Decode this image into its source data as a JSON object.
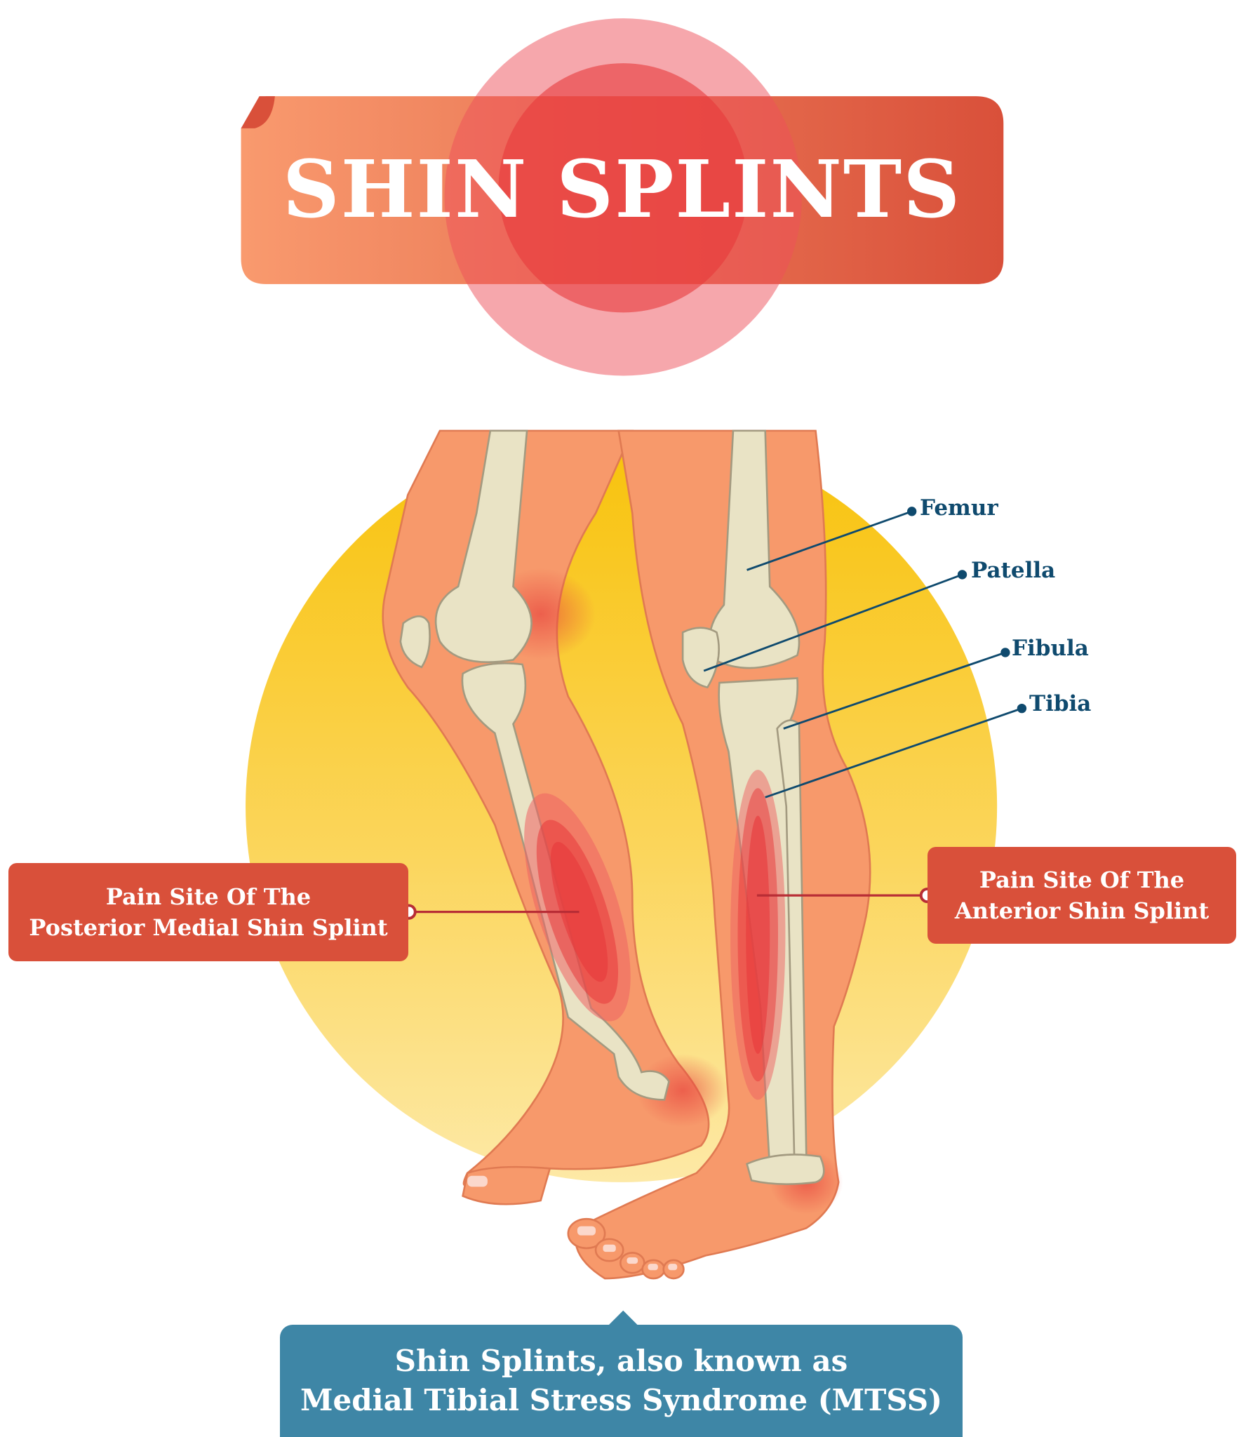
{
  "title": "SHIN SPLINTS",
  "bone_labels": [
    {
      "name": "Femur"
    },
    {
      "name": "Patella"
    },
    {
      "name": "Fibula"
    },
    {
      "name": "Tibia"
    }
  ],
  "callouts": {
    "posterior": {
      "line1": "Pain Site Of The",
      "line2": "Posterior Medial Shin Splint"
    },
    "anterior": {
      "line1": "Pain Site Of The",
      "line2": "Anterior Shin Splint"
    }
  },
  "footer": {
    "line1": "Shin Splints, also known as",
    "line2": "Medial Tibial Stress Syndrome (MTSS)"
  },
  "colors": {
    "banner_left": "#f99a6e",
    "banner_right": "#d9503a",
    "pain_red": "#e8383a",
    "label_blue": "#0f4a6e",
    "callout_red": "#d9503a",
    "footer_blue": "#3e86a6",
    "sun_yellow": "#f8c20a",
    "skin": "#f7996b",
    "bone": "#e9e3c5"
  }
}
